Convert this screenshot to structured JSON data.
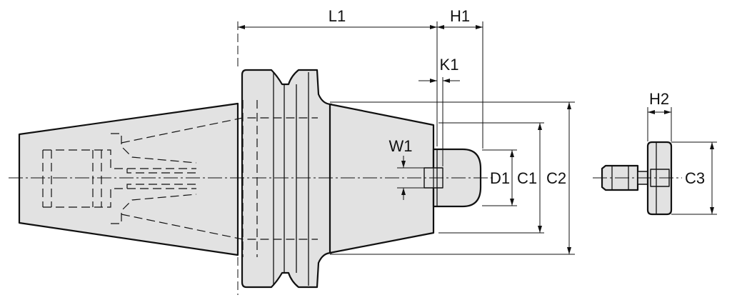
{
  "dimensions": {
    "L1": "L1",
    "H1": "H1",
    "K1": "K1",
    "W1": "W1",
    "D1": "D1",
    "C1": "C1",
    "C2": "C2",
    "H2": "H2",
    "C3": "C3"
  }
}
